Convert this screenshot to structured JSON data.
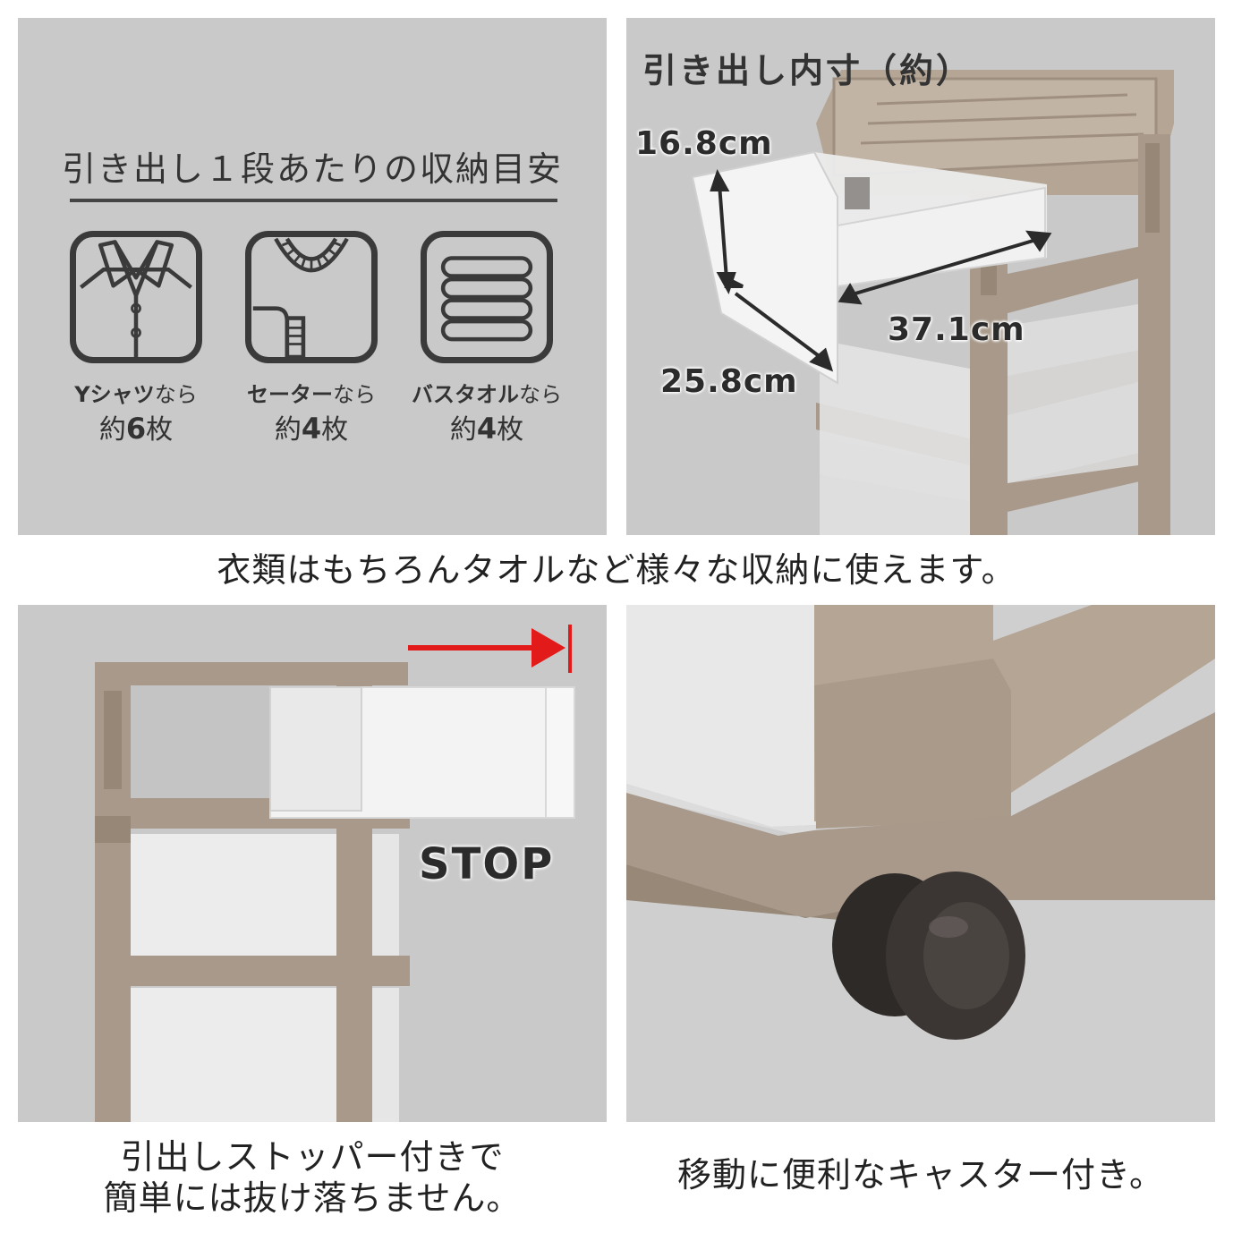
{
  "panel_storage": {
    "title": "引き出し１段あたりの収納目安",
    "items": [
      {
        "name": "Yシャツ",
        "suffix": "なら",
        "prefix": "約",
        "count": "6",
        "unit": "枚",
        "icon": "shirt-icon"
      },
      {
        "name": "セーター",
        "suffix": "なら",
        "prefix": "約",
        "count": "4",
        "unit": "枚",
        "icon": "sweater-icon"
      },
      {
        "name": "バスタオル",
        "suffix": "なら",
        "prefix": "約",
        "count": "4",
        "unit": "枚",
        "icon": "towel-icon"
      }
    ]
  },
  "panel_dimensions": {
    "title": "引き出し内寸（約）",
    "height": "16.8cm",
    "width": "37.1cm",
    "depth": "25.8cm"
  },
  "caption_middle": "衣類はもちろんタオルなど様々な収納に使えます。",
  "panel_stopper": {
    "label": "STOP"
  },
  "caption_bottom_left": [
    "引出しストッパー付きで",
    "簡単には抜け落ちません。"
  ],
  "caption_bottom_right": "移動に便利なキャスター付き。",
  "colors": {
    "panel_bg": "#c9c9c9",
    "frame": "#a8998a",
    "arrow": "#e21a1a",
    "caster": "#2e2a28"
  }
}
